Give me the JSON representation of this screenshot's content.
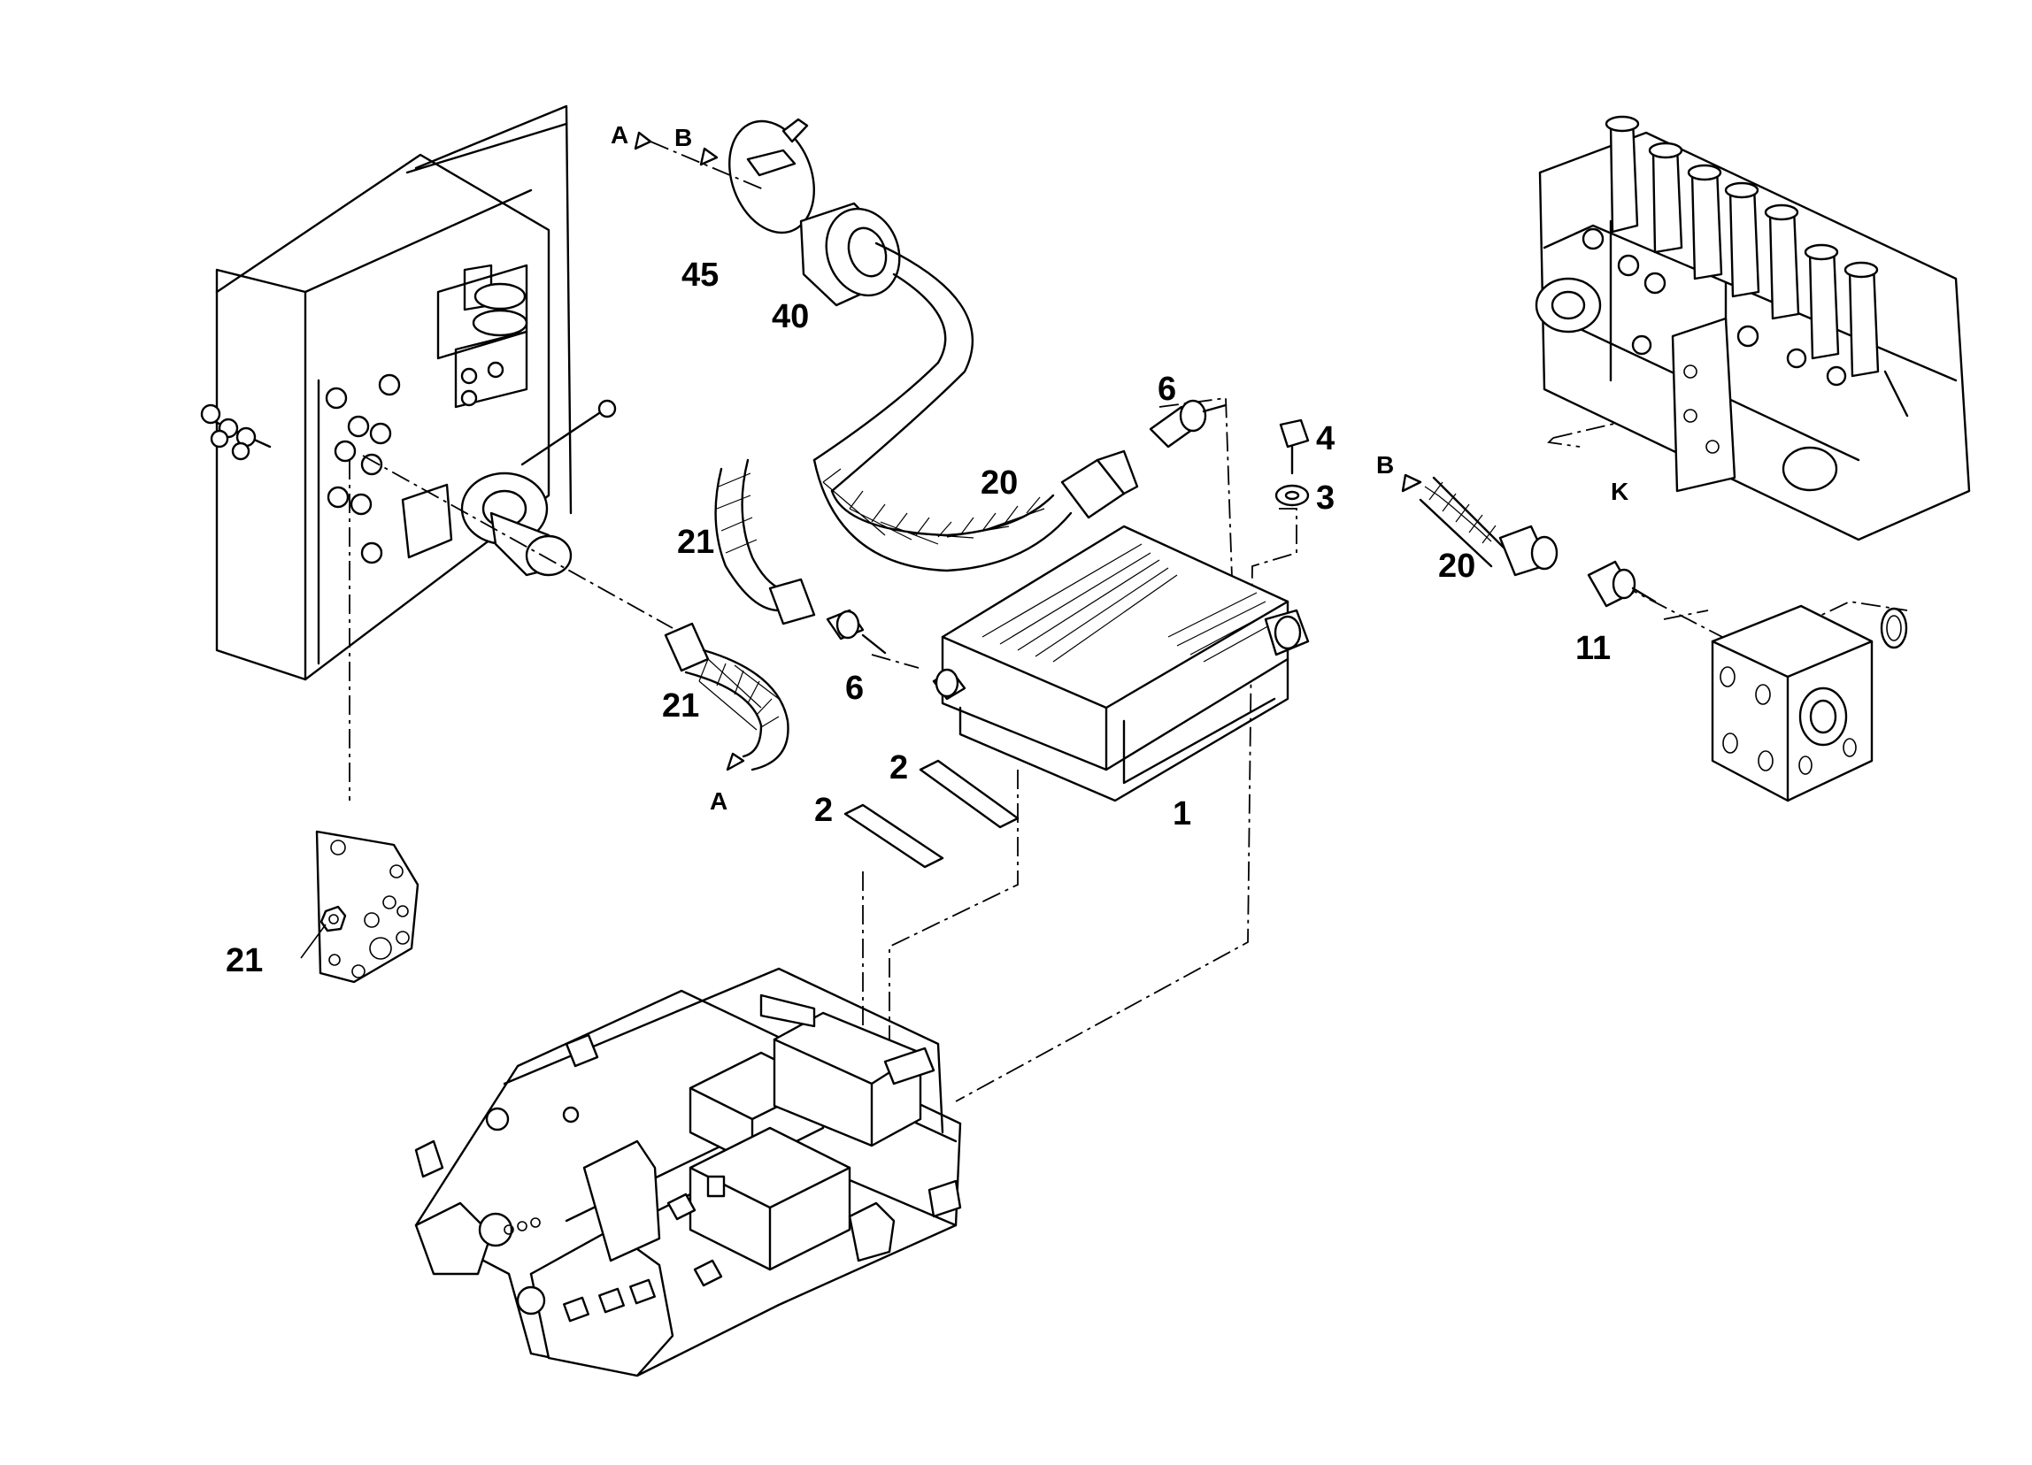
{
  "callouts": {
    "p45": "45",
    "p40": "40",
    "p6_top": "6",
    "p6_mid": "6",
    "p20_mid": "20",
    "p20_right": "20",
    "p21_hose_upper": "21",
    "p21_hose_lower": "21",
    "p21_plate": "21",
    "p4": "4",
    "p3": "3",
    "p2_upper": "2",
    "p2_lower": "2",
    "p1": "1",
    "p11": "11"
  },
  "reference_letters": {
    "a_top": "A",
    "b_top": "B",
    "a_bottom": "A",
    "b_right": "B",
    "k": "K"
  }
}
